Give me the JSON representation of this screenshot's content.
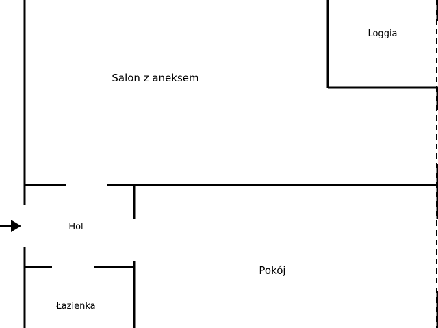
{
  "floor_plan": {
    "rooms": {
      "salon": "Salon z aneksem",
      "loggia": "Loggia",
      "hol": "Hol",
      "pokoj": "Pokój",
      "lazienka": "Łazienka"
    },
    "entrance_icon": "arrow-right-icon"
  }
}
